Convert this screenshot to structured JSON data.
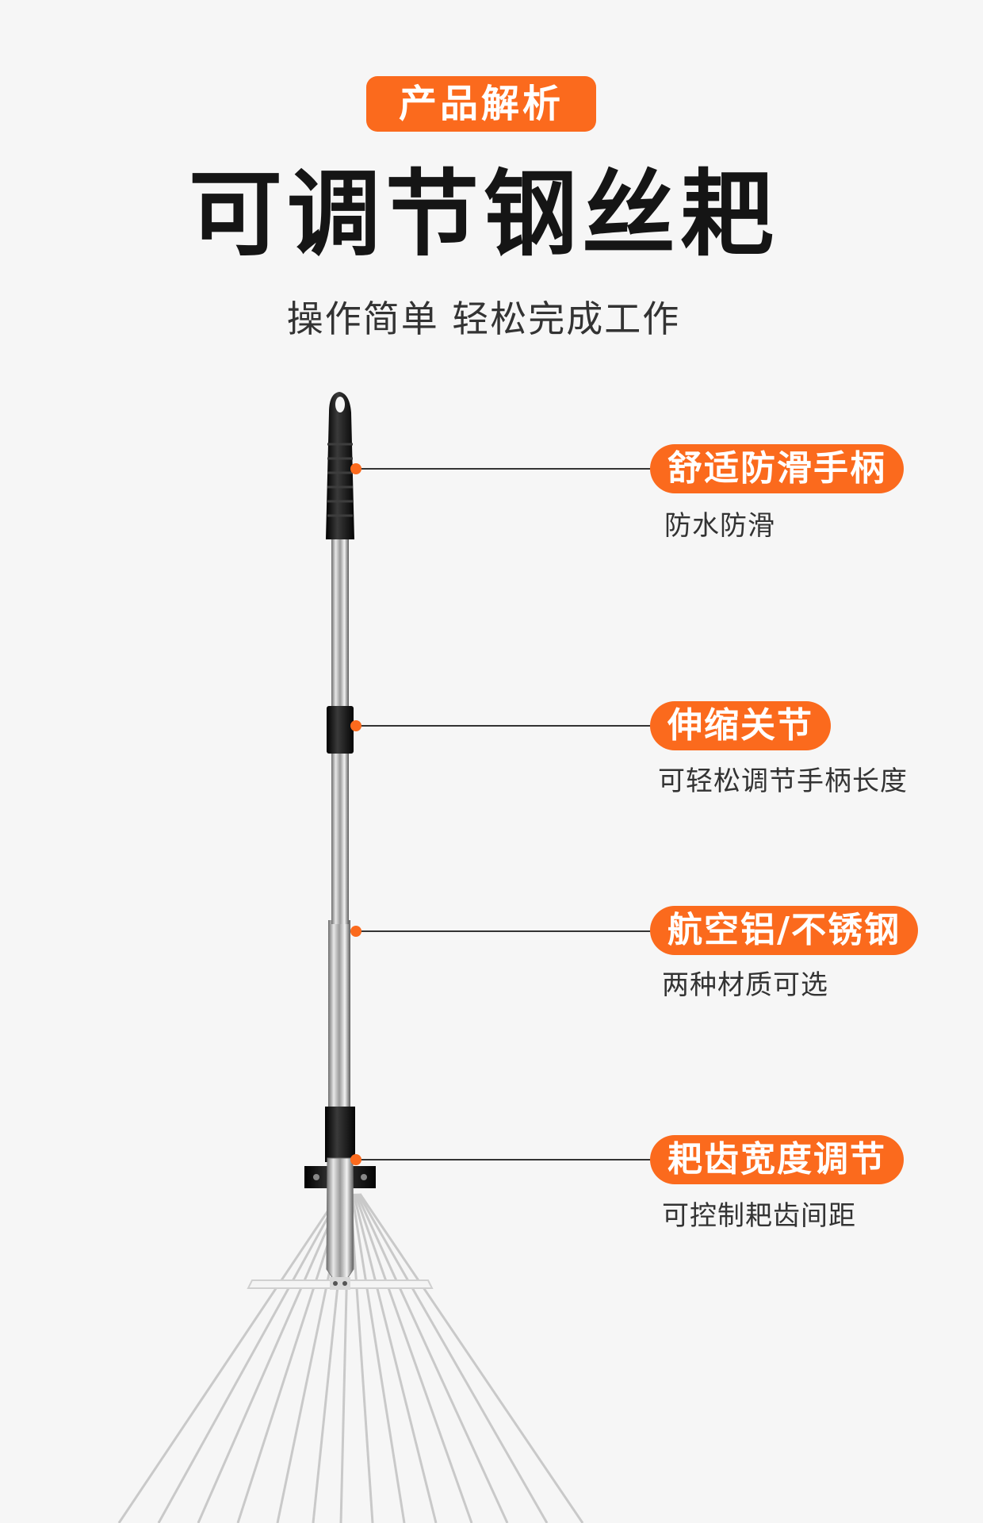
{
  "badge": "产品解析",
  "title": "可调节钢丝耙",
  "subtitle": "操作简单 轻松完成工作",
  "callouts": [
    {
      "label": "舒适防滑手柄",
      "desc": "防水防滑"
    },
    {
      "label": "伸缩关节",
      "desc": "可轻松调节手柄长度"
    },
    {
      "label": "航空铝/不锈钢",
      "desc": "两种材质可选"
    },
    {
      "label": "耙齿宽度调节",
      "desc": "可控制耙齿间距"
    }
  ],
  "colors": {
    "accent": "#fb6a1d",
    "background": "#f6f6f6",
    "title": "#151515",
    "handle": "#111111"
  },
  "icons": {
    "product": "rake-illustration"
  }
}
